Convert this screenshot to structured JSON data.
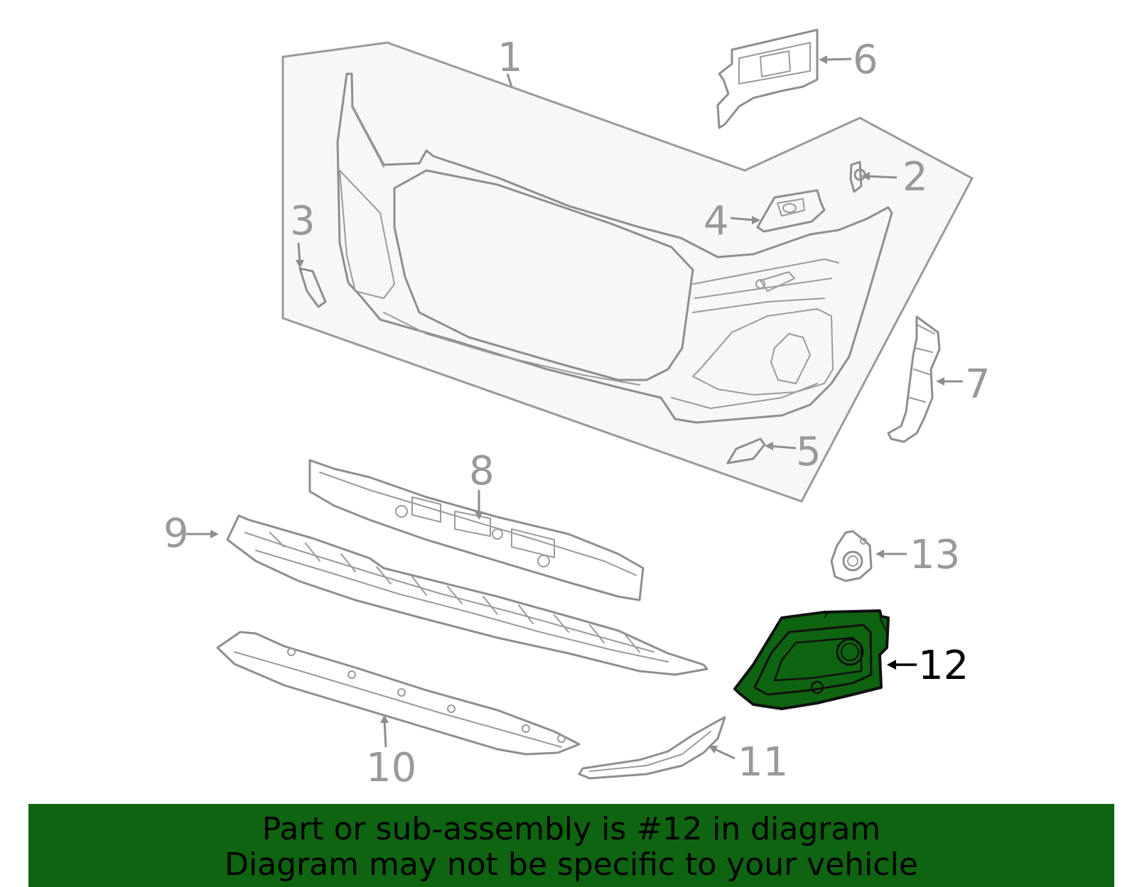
{
  "diagram": {
    "callouts": [
      "1",
      "2",
      "3",
      "4",
      "5",
      "6",
      "7",
      "8",
      "9",
      "10",
      "11",
      "12",
      "13"
    ],
    "highlighted_part": "12",
    "highlight_color": "#0e6410",
    "part_stroke_color": "#8e8e8e"
  },
  "banner": {
    "line1": "Part or sub-assembly is #12 in diagram",
    "line2": "Diagram may not be specific to your vehicle",
    "background": "#0e6410"
  }
}
